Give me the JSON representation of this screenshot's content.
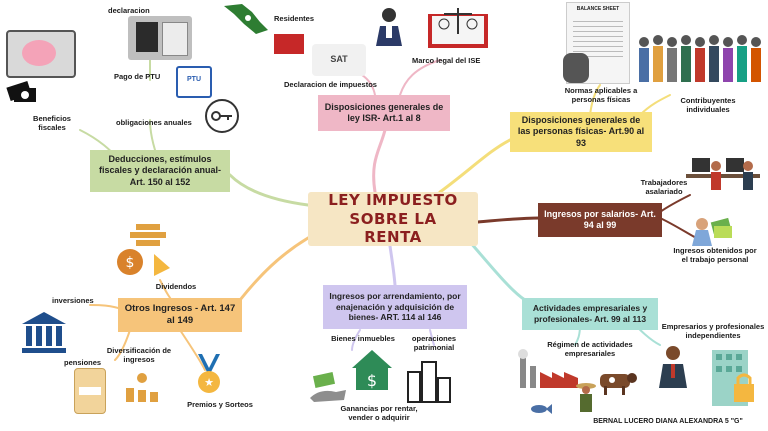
{
  "center": {
    "title": "LEY IMPUESTO SOBRE LA RENTA"
  },
  "nodes": {
    "isr": "Disposiciones generales de ley ISR- Art.1 al 8",
    "fisicas": "Disposiciones generales de las personas físicas- Art.90 al 93",
    "salarios": "Ingresos por salarios- Art. 94 al 99",
    "empresariales": "Actividades empresariales y profesionales- Art. 99 al 113",
    "arrendamiento": "Ingresos por arrendamiento, por enajenación y adquisición de bienes- ART. 114 al 146",
    "otros": "Otros Ingresos - Art. 147 al 149",
    "deducciones": "Deducciones, estímulos fiscales y declaración anual- Art. 150 al 152"
  },
  "labels": {
    "declaracion": "declaracion",
    "residentes": "Residentes",
    "declaracion_impuestos": "Declaracion de impuestos",
    "marco_legal": "Marco legal del ISE",
    "pago_ptu": "Pago de PTU",
    "beneficios": "Beneficios fiscales",
    "obligaciones": "obligaciones anuales",
    "normas": "Normas aplicables a personas físicas",
    "contribuyentes": "Contribuyentes individuales",
    "trabajadores": "Trabajadores asalariado",
    "ingresos_obtenidos": "Ingresos obtenidos por el trabajo personal",
    "dividendos": "Dividendos",
    "inversiones": "inversiones",
    "pensiones": "pensiones",
    "diversificacion": "Diversificación de ingresos",
    "premios": "Premios y Sorteos",
    "bienes": "Bienes inmuebles",
    "operaciones": "operaciones patrimonial",
    "ganancias": "Ganancias por rentar, vender o adquirir",
    "regimen": "Régimen de actividades empresariales",
    "empresarios": "Empresarios y profesionales independientes",
    "author": "BERNAL LUCERO DIANA ALEXANDRA 5 \"G\"",
    "sat": "SAT",
    "ptu": "PTU",
    "balance": "BALANCE SHEET"
  },
  "colors": {
    "center_bg": "#f6e6c4",
    "center_text": "#8b1f1f",
    "pink": "#efb7c6",
    "yellow": "#f7e07a",
    "brown": "#7a3a2b",
    "teal": "#a9e0d6",
    "lavender": "#cfc6ef",
    "orange": "#f6c47a",
    "green": "#c7dba3"
  }
}
